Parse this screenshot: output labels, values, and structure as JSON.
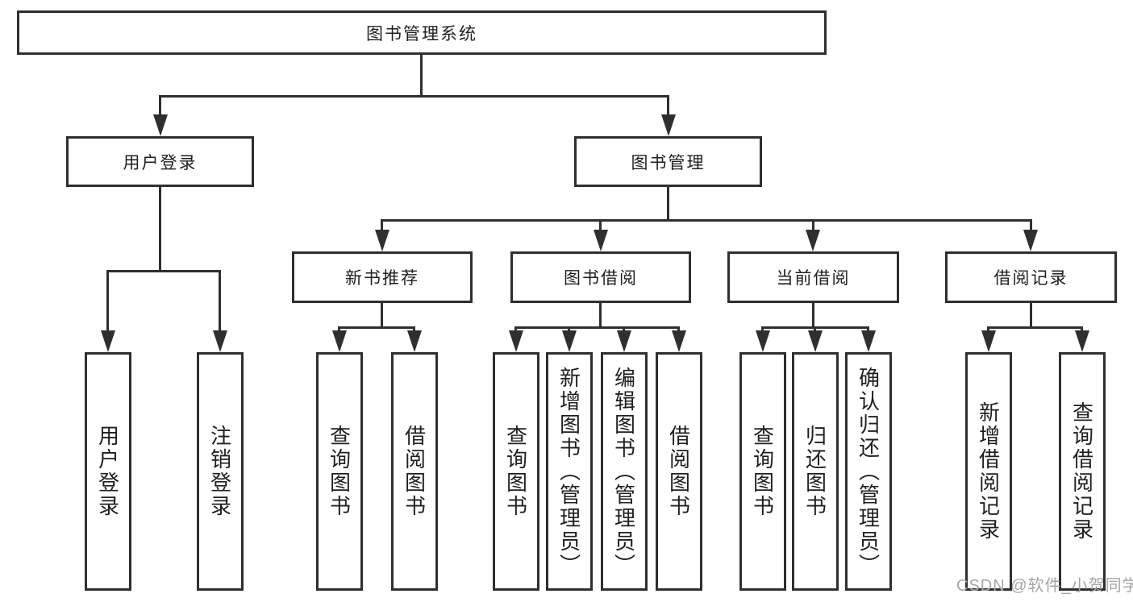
{
  "title": "图书管理系统",
  "colors": {
    "line": "#2f2f2f",
    "text": "#1f1f1f",
    "background": "#ffffff",
    "watermark": "#a6a6a6"
  },
  "watermark": "CSDN @软件_小贺同学",
  "tree": {
    "root": {
      "label": "图书管理系统"
    },
    "branches": [
      {
        "label": "用户登录",
        "children": [
          {
            "label": "用户登录"
          },
          {
            "label": "注销登录"
          }
        ]
      },
      {
        "label": "图书管理",
        "children": [
          {
            "label": "新书推荐",
            "children": [
              {
                "label": "查询图书"
              },
              {
                "label": "借阅图书"
              }
            ]
          },
          {
            "label": "图书借阅",
            "children": [
              {
                "label": "查询图书"
              },
              {
                "label": "新增图书（管理员）"
              },
              {
                "label": "编辑图书（管理员）"
              },
              {
                "label": "借阅图书"
              }
            ]
          },
          {
            "label": "当前借阅",
            "children": [
              {
                "label": "查询图书"
              },
              {
                "label": "归还图书"
              },
              {
                "label": "确认归还（管理员）"
              }
            ]
          },
          {
            "label": "借阅记录",
            "children": [
              {
                "label": "新增借阅记录"
              },
              {
                "label": "查询借阅记录"
              }
            ]
          }
        ]
      }
    ]
  }
}
